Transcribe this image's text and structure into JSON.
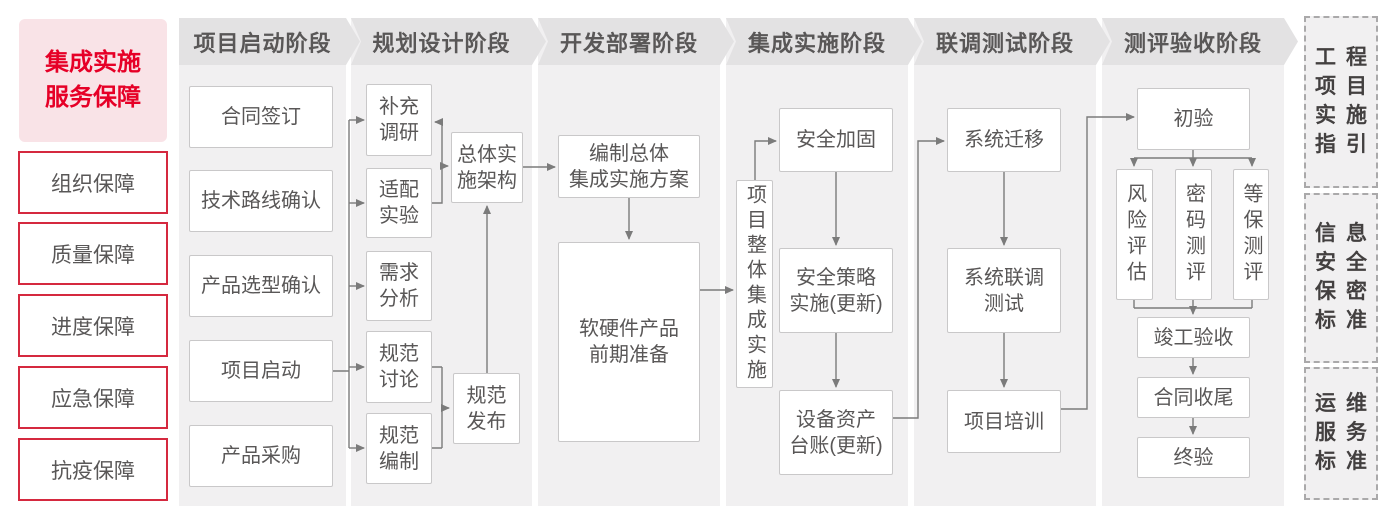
{
  "sidebar": {
    "title": "集成实施\n服务保障",
    "items": [
      {
        "label": "组织保障"
      },
      {
        "label": "质量保障"
      },
      {
        "label": "进度保障"
      },
      {
        "label": "应急保障"
      },
      {
        "label": "抗疫保障"
      }
    ]
  },
  "phases": [
    {
      "label": "项目启动阶段",
      "boxes": [
        {
          "label": "合同签订"
        },
        {
          "label": "技术路线确认"
        },
        {
          "label": "产品选型确认"
        },
        {
          "label": "项目启动"
        },
        {
          "label": "产品采购"
        }
      ]
    },
    {
      "label": "规划设计阶段",
      "boxes": [
        {
          "label": "补充\n调研"
        },
        {
          "label": "适配\n实验"
        },
        {
          "label": "需求\n分析"
        },
        {
          "label": "规范\n讨论"
        },
        {
          "label": "规范\n编制"
        },
        {
          "label": "总体实\n施架构"
        },
        {
          "label": "规范\n发布"
        }
      ]
    },
    {
      "label": "开发部署阶段",
      "boxes": [
        {
          "label": "编制总体\n集成实施方案"
        },
        {
          "label": "软硬件产品\n前期准备"
        }
      ]
    },
    {
      "label": "集成实施阶段",
      "boxes": [
        {
          "label": "项目整体集成实施"
        },
        {
          "label": "安全加固"
        },
        {
          "label": "安全策略\n实施(更新)"
        },
        {
          "label": "设备资产\n台账(更新)"
        }
      ]
    },
    {
      "label": "联调测试阶段",
      "boxes": [
        {
          "label": "系统迁移"
        },
        {
          "label": "系统联调\n测试"
        },
        {
          "label": "项目培训"
        }
      ]
    },
    {
      "label": "测评验收阶段",
      "boxes": [
        {
          "label": "初验"
        },
        {
          "label": "风险评估"
        },
        {
          "label": "密码测评"
        },
        {
          "label": "等保测评"
        },
        {
          "label": "竣工验收"
        },
        {
          "label": "合同收尾"
        },
        {
          "label": "终验"
        }
      ]
    }
  ],
  "standards": [
    {
      "words": [
        "工程",
        "项目",
        "实施",
        "指引"
      ]
    },
    {
      "words": [
        "信息",
        "安全",
        "保密",
        "标准"
      ]
    },
    {
      "words": [
        "运维",
        "服务",
        "标准"
      ]
    }
  ],
  "colors": {
    "accent_red": "#e60027",
    "guard_border_red": "#d5293f",
    "pink_bg": "#f9e3e7",
    "column_bg": "#f1f0f1",
    "header_bg": "#e3e2e3",
    "text_gray": "#595757",
    "line_gray": "#7b7b7b"
  }
}
